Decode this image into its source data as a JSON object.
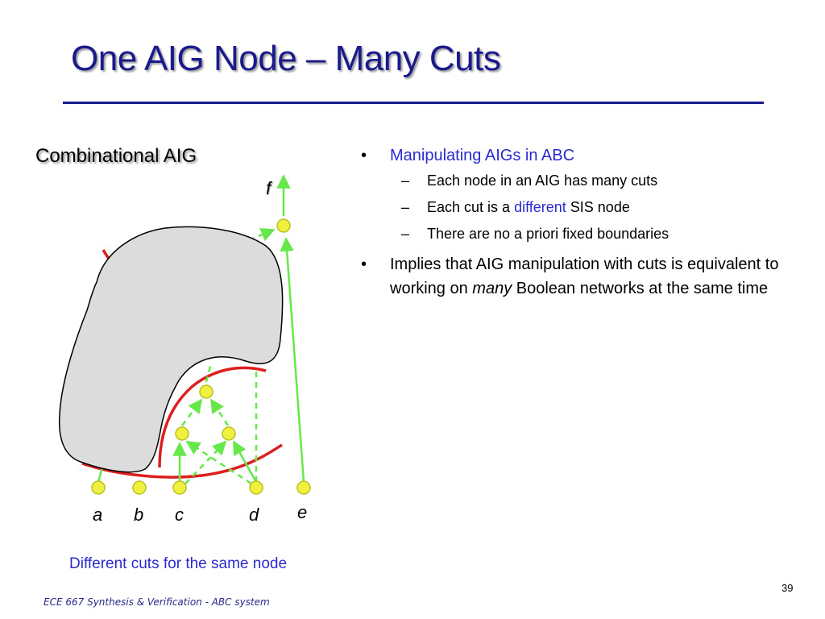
{
  "slide": {
    "title": "One AIG Node – Many Cuts",
    "subtitle": "Combinational AIG",
    "caption": "Different cuts for the same node",
    "page_number": "39",
    "footer": "ECE 667 Synthesis & Verification - ABC system"
  },
  "diagram": {
    "output_label": "f",
    "inputs": [
      "a",
      "b",
      "c",
      "d",
      "e"
    ],
    "node_color": "#f0f040",
    "edge_color": "#66e84a",
    "cut_color": "#dd1f1f",
    "blob_color": "#dcdcdc"
  },
  "bullets": {
    "item1": "Manipulating AIGs in ABC",
    "sub1": "Each node in an AIG has many cuts",
    "sub2_pre": "Each cut is a ",
    "sub2_hl": "different",
    "sub2_post": " SIS node",
    "sub3": "There are no a priori fixed boundaries",
    "item2_pre": "Implies that AIG manipulation with cuts is equivalent to working on ",
    "item2_it": "many",
    "item2_post": " Boolean networks at the same time",
    "dot": "•",
    "dash": "–"
  }
}
